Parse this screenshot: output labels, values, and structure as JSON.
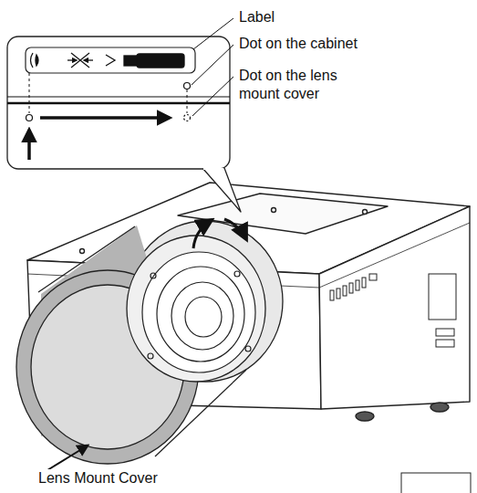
{
  "diagram": {
    "labels": [
      "Label",
      "Dot on the cabinet",
      "Dot on the lens mount cover",
      "Lens Mount Cover"
    ]
  }
}
